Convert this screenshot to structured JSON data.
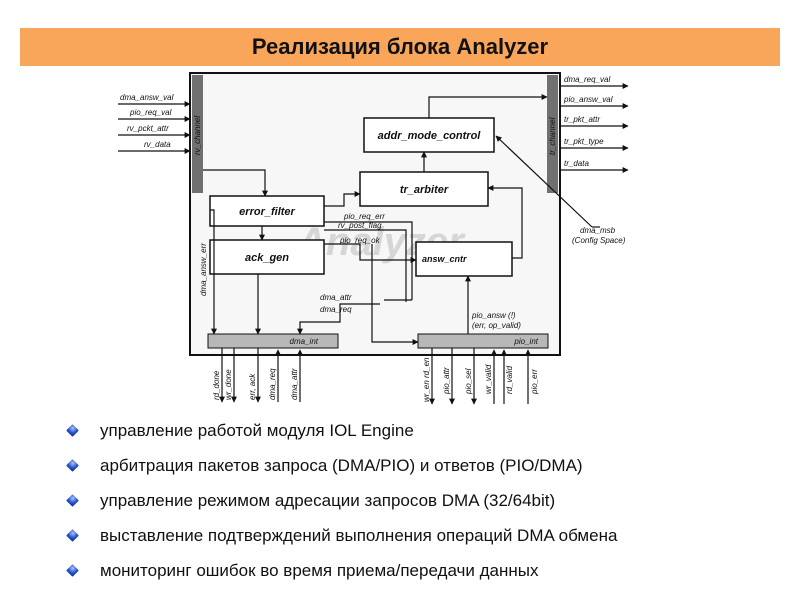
{
  "title": "Реализация блока Analyzer",
  "diagram": {
    "watermark": "Analyzer",
    "blocks": {
      "rv_channel": "rv_channel",
      "tr_channel": "tr_channel",
      "addr_mode_control": "addr_mode_control",
      "tr_arbiter": "tr_arbiter",
      "error_filter": "error_filter",
      "ack_gen": "ack_gen",
      "answ_cntr": "answ_cntr",
      "dma_int": "dma_int",
      "pio_int": "pio_int"
    },
    "left_inputs": [
      "dma_answ_val",
      "pio_req_val",
      "rv_pckt_attr",
      "rv_data"
    ],
    "right_outputs": [
      "dma_req_val",
      "pio_answ_val",
      "tr_pkt_attr",
      "tr_pkt_type",
      "tr_data"
    ],
    "dma_msb": [
      "dma_msb",
      "(Config Space)"
    ],
    "internal": {
      "pio_req_err": "pio_req_err",
      "rv_post_flag": "rv_post_flag",
      "pio_req_ok": "pio_req_ok",
      "dma_answ_err": "dma_answ_err",
      "dma_attr": "dma_attr",
      "dma_req": "dma_req",
      "pio_answ_1": "pio_answ (!)",
      "pio_answ_2": "(err, op_valid)"
    },
    "dma_signals": [
      "rd_done",
      "wr_done",
      "err, ack",
      "dma_req",
      "dma_attr"
    ],
    "pio_signals": [
      "wr_en rd_en",
      "pio_attr",
      "pio_sel",
      "wr_valid",
      "rd_valid",
      "pio_err"
    ]
  },
  "bullets": [
    "управление работой модуля IOL Engine",
    "арбитрация пакетов запроса (DMA/PIO) и ответов (PIO/DMA)",
    "управление режимом адресации запросов DMA (32/64bit)",
    "выставление подтверждений выполнения операций DMA обмена",
    "мониторинг ошибок во время приема/передачи данных"
  ]
}
